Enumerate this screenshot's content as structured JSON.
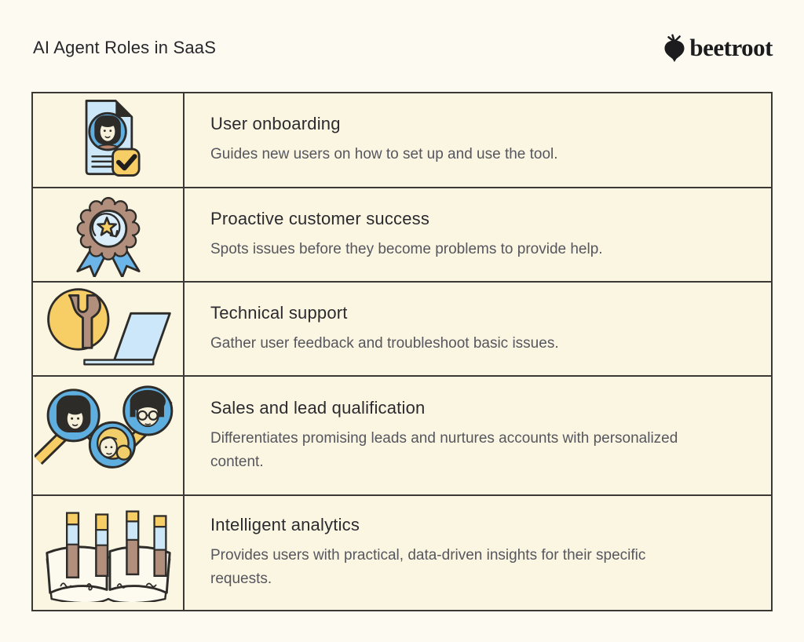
{
  "header": {
    "title": "AI Agent Roles in SaaS",
    "brand": "beetroot",
    "brand_icon": "beetroot-logo-icon"
  },
  "colors": {
    "page_background": "#FDFBF1",
    "cell_background": "#FBF6E2",
    "border": "#3B3936",
    "title_text": "#2B2A2F",
    "description_text": "#56565E",
    "icon_blue": "#5FAEE0",
    "icon_light_blue": "#CBE7F8",
    "icon_yellow": "#F7CD66",
    "icon_brown": "#B28E7C",
    "icon_outline": "#2E2C29",
    "logo_black": "#1C1C1E"
  },
  "rows": [
    {
      "icon": "onboarding-document-icon",
      "title": "User onboarding",
      "description": "Guides new users on how to set up and use the tool."
    },
    {
      "icon": "award-medal-icon",
      "title": "Proactive customer success",
      "description": "Spots issues before they become problems to provide help."
    },
    {
      "icon": "wrench-laptop-icon",
      "title": "Technical support",
      "description": "Gather user feedback and troubleshoot basic issues."
    },
    {
      "icon": "avatars-growth-arrow-icon",
      "title": "Sales and lead qualification",
      "description": "Differentiates promising leads and nurtures accounts with personalized content."
    },
    {
      "icon": "book-bar-chart-icon",
      "title": "Intelligent analytics",
      "description": "Provides users with practical, data-driven insights for their specific requests."
    }
  ]
}
